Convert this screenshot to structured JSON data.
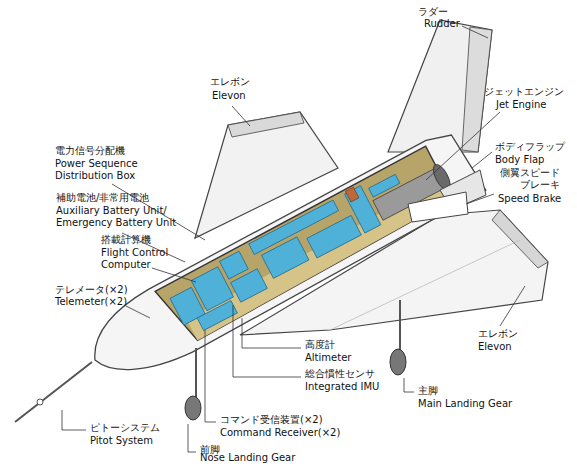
{
  "diagram": {
    "labels": [
      "ラダー",
      "Rudder",
      "エレボン",
      "Elevon",
      "ジェットエンジン",
      "Jet Engine",
      "電力信号分配機",
      "Power Sequence Distribution Box",
      "ボディフラップ",
      "Body Flap",
      "側翼スピードブレーキ",
      "Speed Brake",
      "補助電池/非常用電池",
      "Auxiliary Battery Unit/ Emergency Battery Unit",
      "搭載計算機",
      "Flight Control Computer",
      "テレメータ(×2)",
      "Telemeter(×2)",
      "高度計",
      "Altimeter",
      "エレボン",
      "Elevon",
      "総合慣性センサ",
      "Integrated IMU",
      "主脚",
      "Main Landing Gear",
      "コマンド受信装置(×2)",
      "Command Receiver(×2)",
      "ピトーシステム",
      "Pitot System",
      "前脚",
      "Nose Landing Gear"
    ]
  }
}
